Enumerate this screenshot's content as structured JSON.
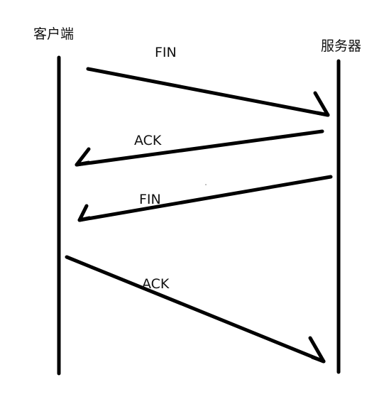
{
  "participants": {
    "client": "客户端",
    "server": "服务器"
  },
  "messages": [
    {
      "label": "FIN",
      "from": "client",
      "to": "server"
    },
    {
      "label": "ACK",
      "from": "server",
      "to": "client"
    },
    {
      "label": "FIN",
      "from": "server",
      "to": "client"
    },
    {
      "label": "ACK",
      "from": "client",
      "to": "server"
    }
  ],
  "colors": {
    "stroke": "#000000",
    "text": "#111111",
    "background": "#ffffff"
  }
}
